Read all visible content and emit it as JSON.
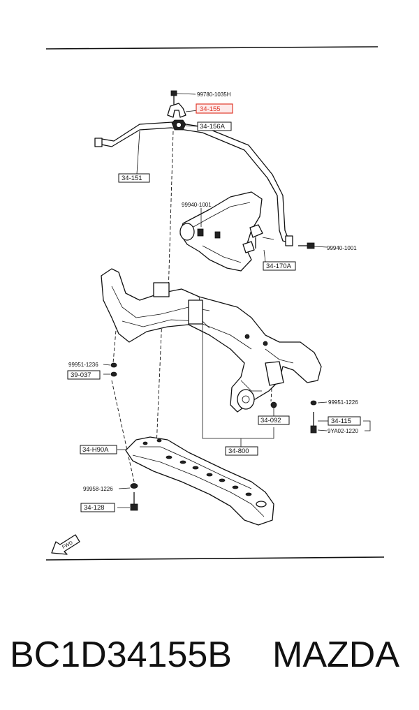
{
  "diagram": {
    "labels": {
      "p99780": "99780-1035H",
      "p34_155": "34-155",
      "p34_156A": "34-156A",
      "p34_151": "34-151",
      "p99940_upper": "99940-1001",
      "p99940_right": "99940-1001",
      "p34_170A": "34-170A",
      "p99951_left": "99951-1236",
      "p39_037": "39-037",
      "p99951_right": "99951-1226",
      "p34_092": "34-092",
      "p34_115": "34-115",
      "p9YA02": "9YA02-1220",
      "p34_H90A": "34-H90A",
      "p34_800": "34-800",
      "p99958": "99958-1226",
      "p34_128": "34-128",
      "fwd": "FWD"
    },
    "highlight_color": "#e0392b"
  },
  "caption": {
    "part_number": "BC1D34155B",
    "brand": "MAZDA"
  }
}
